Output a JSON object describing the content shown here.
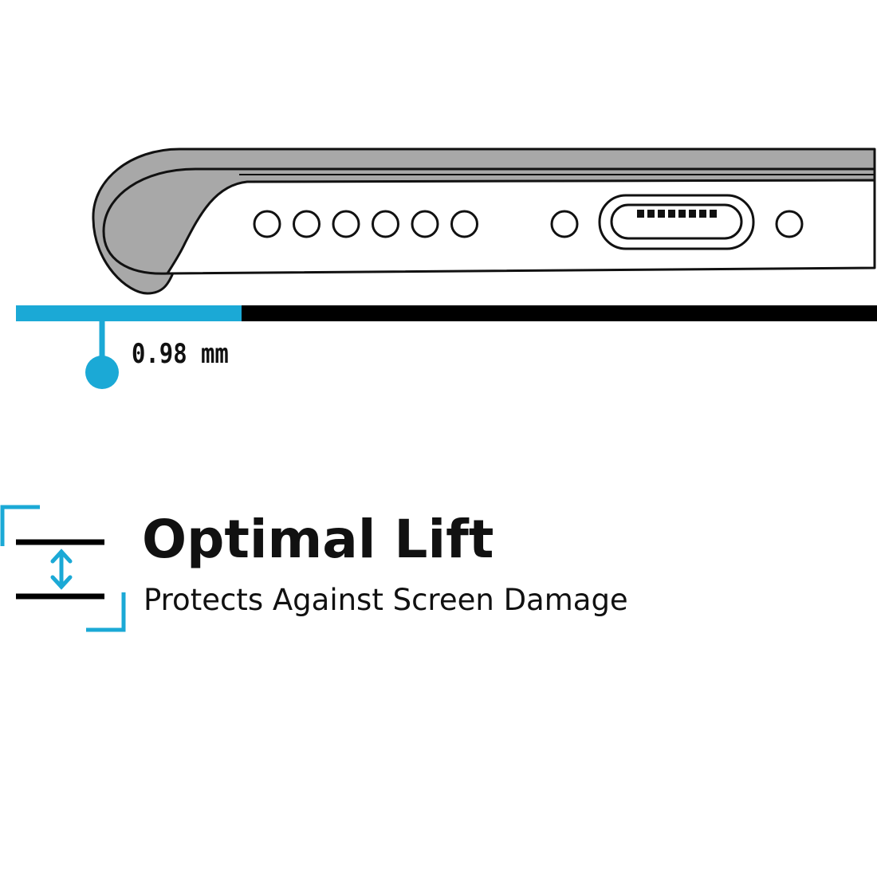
{
  "diagram": {
    "measurement_label": "0.98 mm",
    "title": "Optimal Lift",
    "subtitle": "Protects Against Screen Damage",
    "speaker_holes_count": 6,
    "port_pins_count": 8
  },
  "colors": {
    "accent": "#1ba9d6",
    "phone_frame": "#a8a8a8",
    "outline": "#111111",
    "screen_bar": "#000000"
  }
}
